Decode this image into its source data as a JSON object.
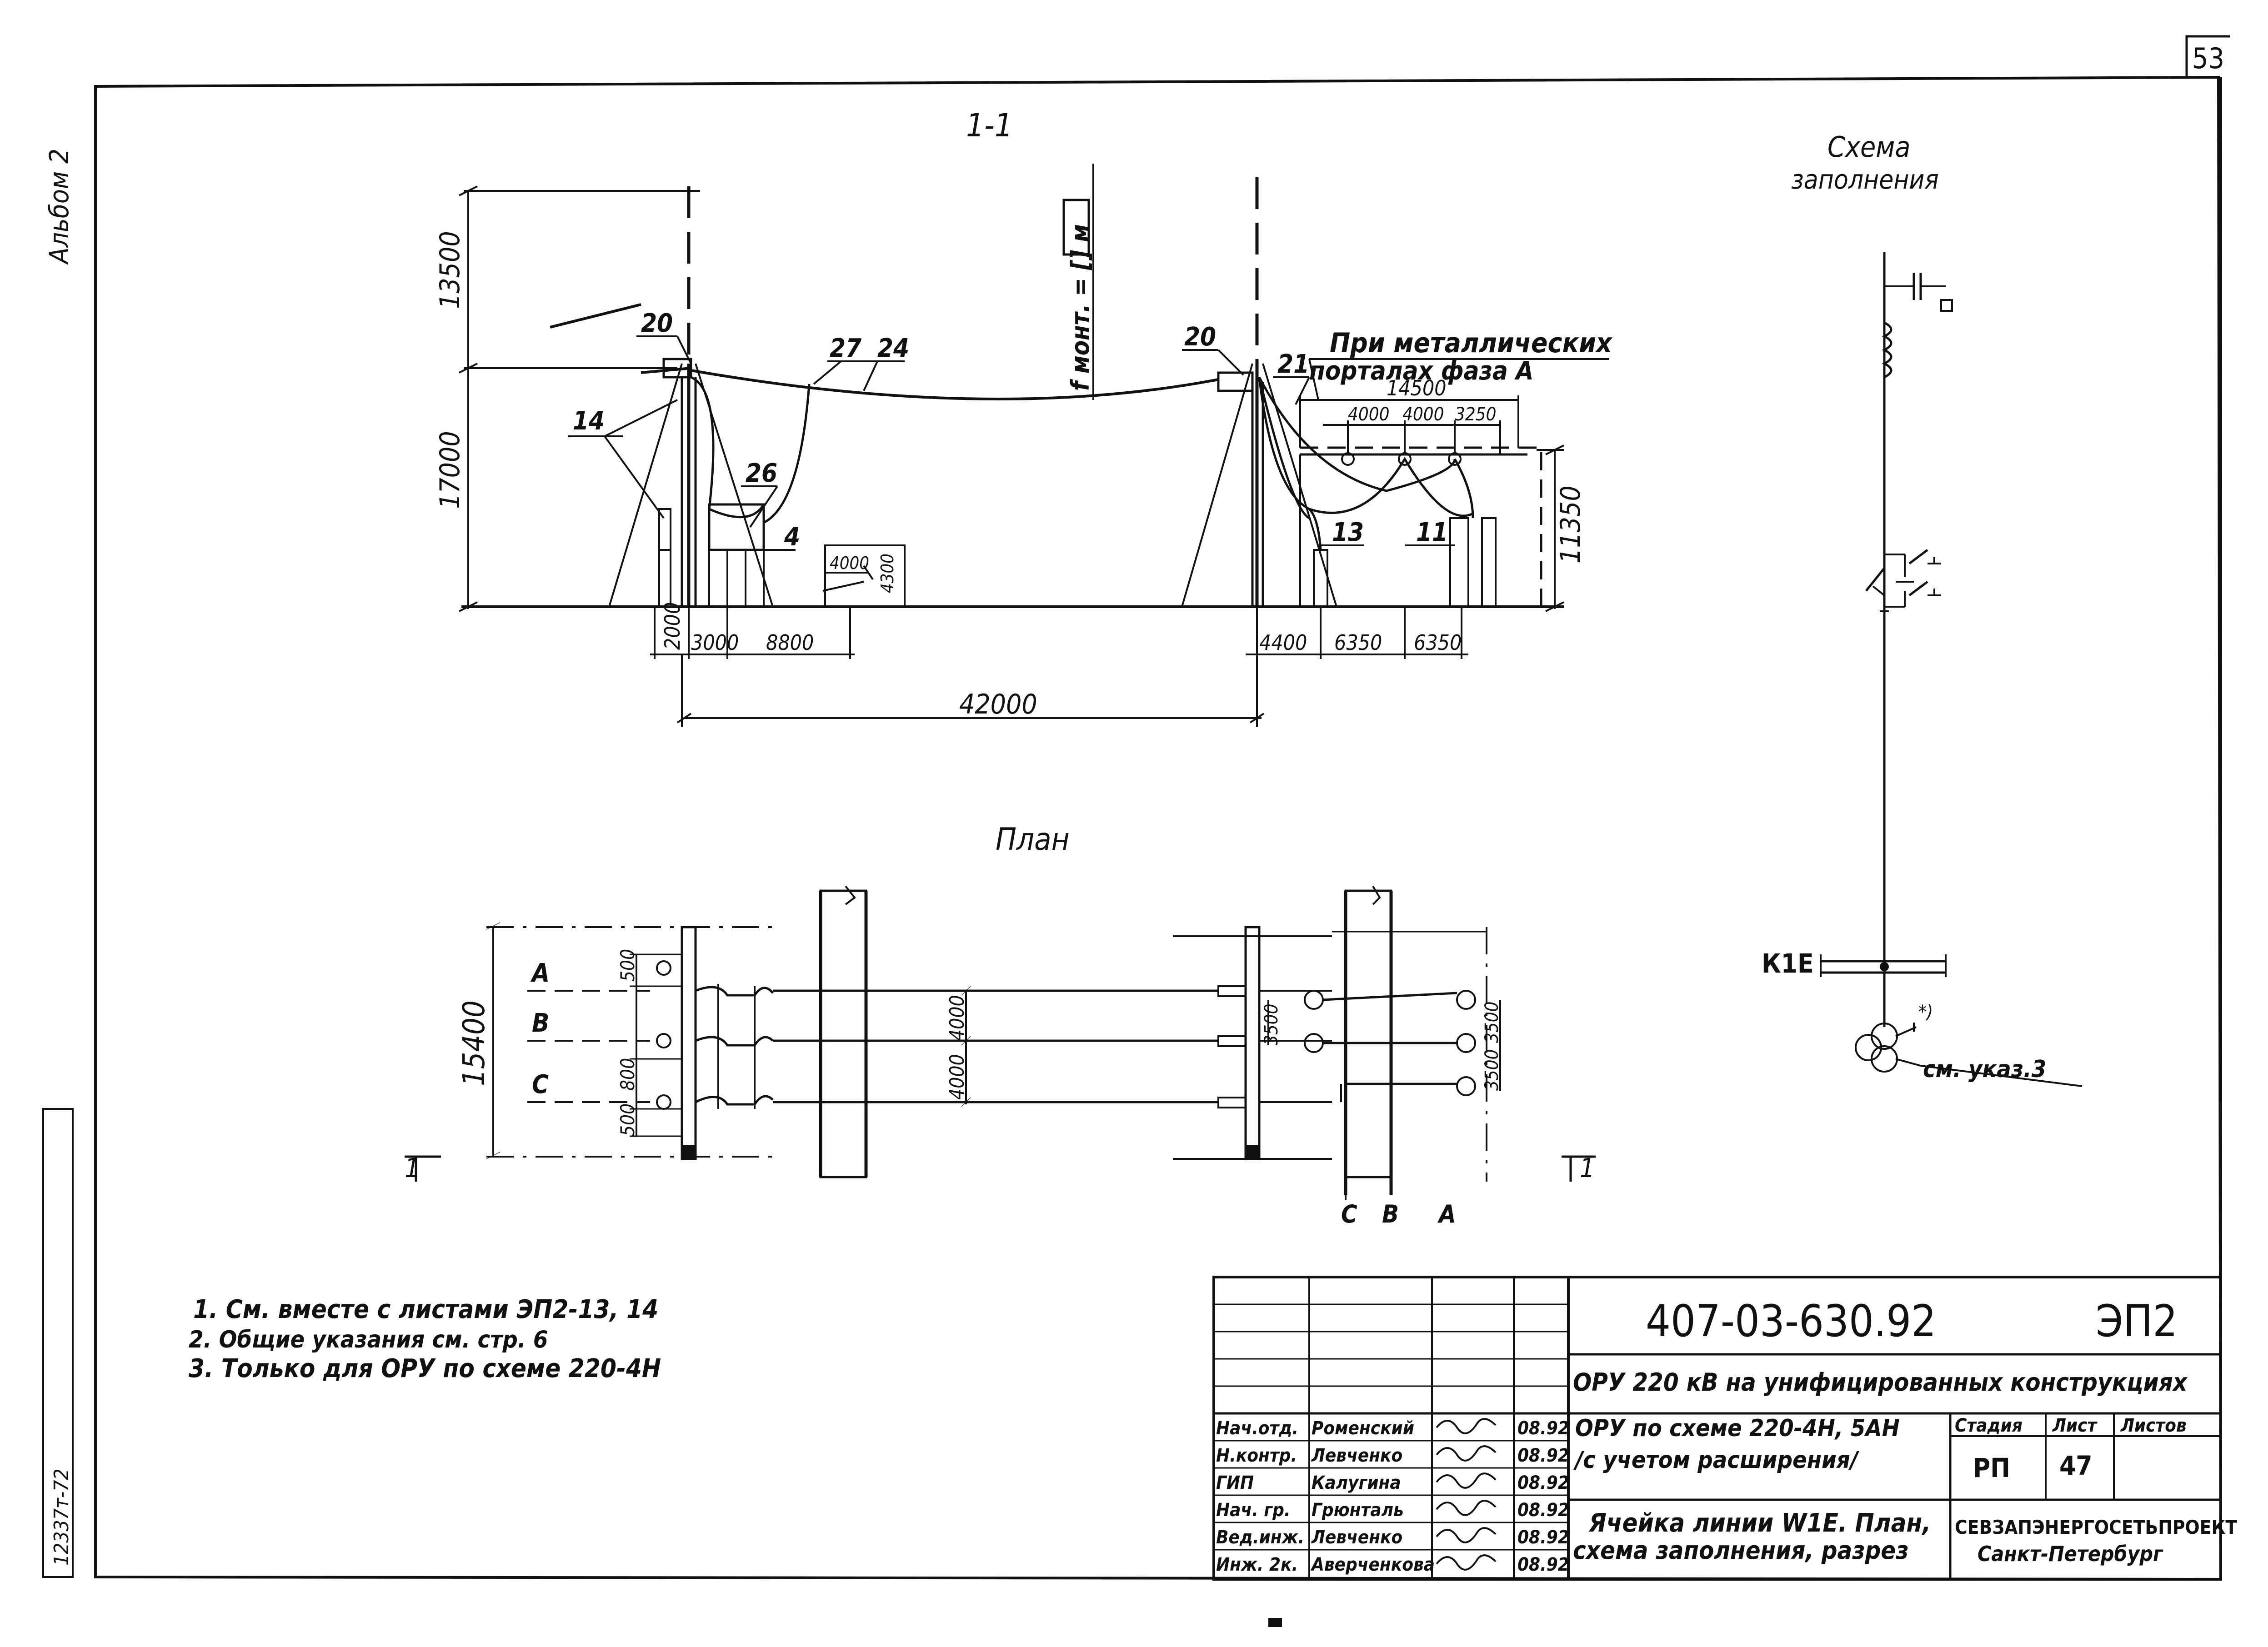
{
  "sheet": {
    "page_number": "53",
    "album": "Альбом 2",
    "side_stamp": "12337т-72"
  },
  "section": {
    "title": "1-1",
    "sag_label": "f монт. = [] м",
    "fill_note_line1": "При металлических",
    "fill_note_line2": "порталах фаза А",
    "refs": [
      "20",
      "27",
      "24",
      "14",
      "26",
      "4",
      "20",
      "21",
      "13",
      "11"
    ],
    "heights": [
      "13500",
      "17000",
      "11350",
      "4000",
      "4300"
    ],
    "top_dims": [
      "14500",
      "4000",
      "4000",
      "3250"
    ],
    "bottom_dims": [
      "2000",
      "3000",
      "8800",
      "4400",
      "6350",
      "6350"
    ],
    "span": "42000"
  },
  "plan": {
    "title": "План",
    "phases": [
      "А",
      "В",
      "С"
    ],
    "total_width": "15400",
    "left_dims": [
      "500",
      "800",
      "500"
    ],
    "mid_dims": [
      "4000",
      "4000"
    ],
    "right_dims": [
      "3500",
      "3500",
      "3500"
    ],
    "bus_phases": [
      "С",
      "В",
      "А"
    ],
    "section_mark": "1"
  },
  "scheme": {
    "title_line1": "Схема",
    "title_line2": "заполнения",
    "bus_label": "К1Е",
    "note_ref": "см. указ.3",
    "star": "*)"
  },
  "notes": [
    "1. См. вместе с листами ЭП2-13, 14",
    "2. Общие указания см. стр. 6",
    "3. Только для ОРУ по схеме 220-4Н"
  ],
  "title_block": {
    "doc_code": "407-03-630.92",
    "sheet_code": "ЭП2",
    "project_title": "ОРУ 220 кВ на унифицированных конструкциях",
    "part_title_line1": "ОРУ по схеме 220-4Н, 5АН",
    "part_title_line2": "/с учетом расширения/",
    "stage_header": "Стадия",
    "sheet_header": "Лист",
    "sheets_header": "Листов",
    "stage": "РП",
    "sheet": "47",
    "drawing_title_line1": "Ячейка линии W1E. План,",
    "drawing_title_line2": "схема заполнения, разрез",
    "org_line1": "СЕВЗАПЭНЕРГОСЕТЬПРОЕКТ",
    "org_line2": "Санкт-Петербург",
    "signers": [
      {
        "role": "Нач.отд.",
        "name": "Роменский",
        "date": "08.92"
      },
      {
        "role": "Н.контр.",
        "name": "Левченко",
        "date": "08.92"
      },
      {
        "role": "ГИП",
        "name": "Калугина",
        "date": "08.92"
      },
      {
        "role": "Нач. гр.",
        "name": "Грюнталь",
        "date": "08.92"
      },
      {
        "role": "Вед.инж.",
        "name": "Левченко",
        "date": "08.92"
      },
      {
        "role": "Инж. 2к.",
        "name": "Аверченкова",
        "date": "08.92"
      }
    ]
  }
}
